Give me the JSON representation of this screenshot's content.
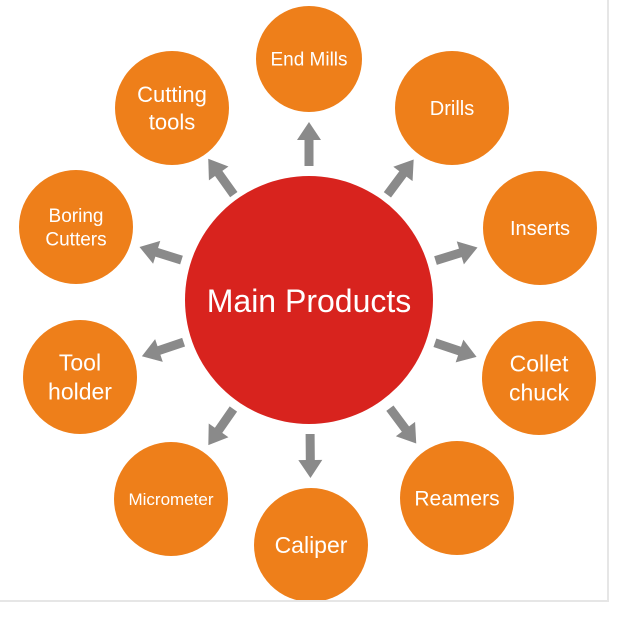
{
  "diagram": {
    "center_label": "Main Products",
    "colors": {
      "center_fill": "#d8231e",
      "node_fill": "#ee7f1a",
      "arrow_fill": "#8a8a8a",
      "text": "#ffffff",
      "background": "#ffffff"
    },
    "nodes": [
      {
        "id": "end-mills",
        "lines": [
          "End Mills"
        ]
      },
      {
        "id": "drills",
        "lines": [
          "Drills"
        ]
      },
      {
        "id": "inserts",
        "lines": [
          "Inserts"
        ]
      },
      {
        "id": "collet-chuck",
        "lines": [
          "Collet",
          "chuck"
        ]
      },
      {
        "id": "reamers",
        "lines": [
          "Reamers"
        ]
      },
      {
        "id": "caliper",
        "lines": [
          "Caliper"
        ]
      },
      {
        "id": "micrometer",
        "lines": [
          "Micrometer"
        ]
      },
      {
        "id": "tool-holder",
        "lines": [
          "Tool",
          "holder"
        ]
      },
      {
        "id": "boring-cutters",
        "lines": [
          "Boring",
          "Cutters"
        ]
      },
      {
        "id": "cutting-tools",
        "lines": [
          "Cutting",
          "tools"
        ]
      }
    ]
  }
}
